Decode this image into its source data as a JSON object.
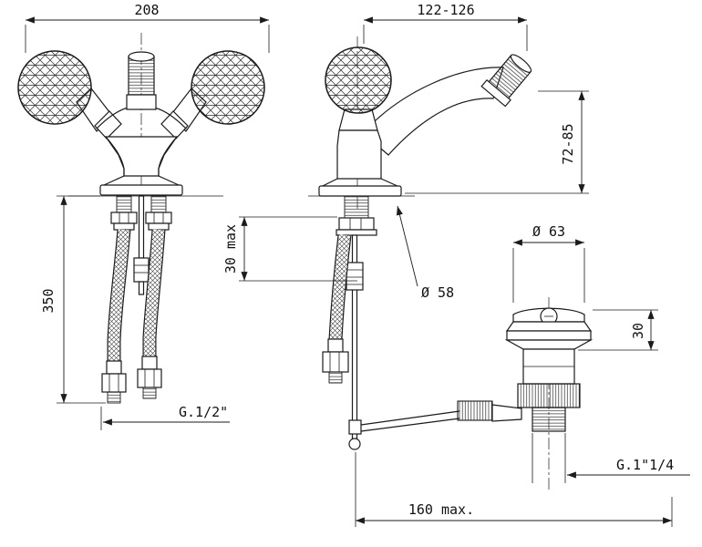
{
  "dimensions": {
    "front_overall_width": "208",
    "spout_projection": "122-126",
    "spout_outlet_height": "72-85",
    "hose_length": "350",
    "max_deck_thickness": "30 max",
    "body_base_diameter": "Ø 58",
    "waste_flange_diameter": "Ø 63",
    "waste_flange_height": "30",
    "inlet_thread": "G.1/2\"",
    "waste_thread": "G.1\"1/4",
    "max_center_distance": "160 max."
  }
}
